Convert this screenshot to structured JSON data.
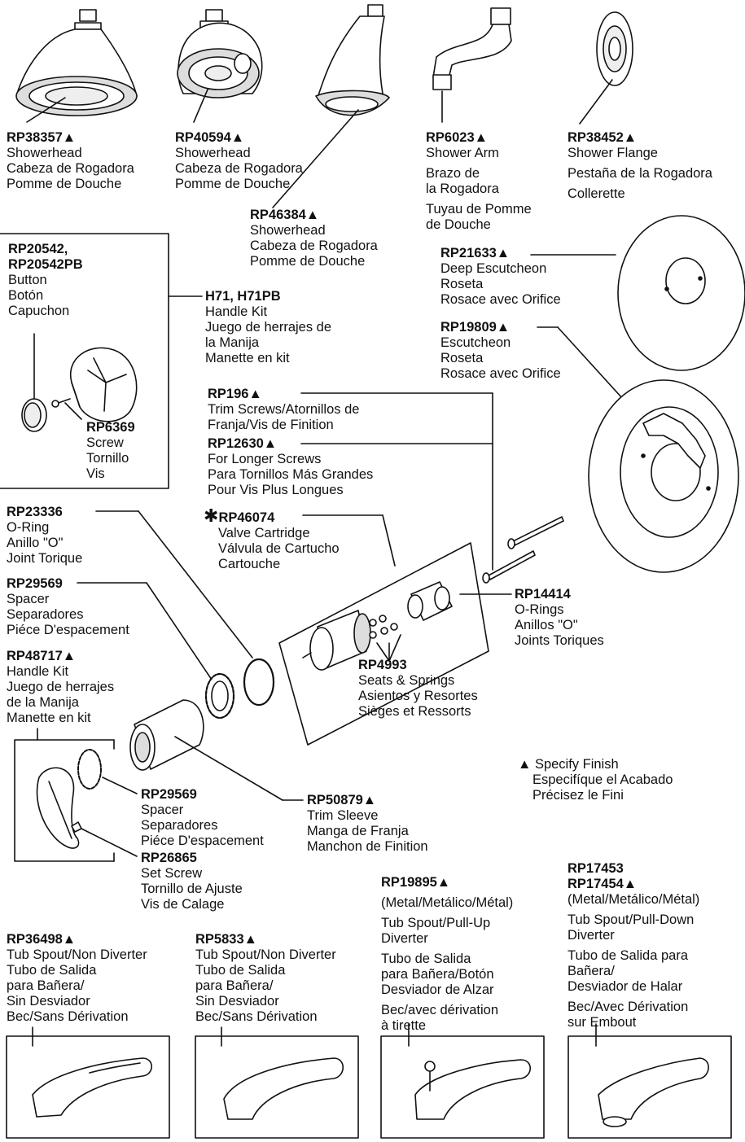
{
  "parts": {
    "rp38357": {
      "pn": "RP38357▲",
      "lines": [
        "Showerhead",
        "Cabeza de Rogadora",
        "Pomme de Douche"
      ]
    },
    "rp40594": {
      "pn": "RP40594▲",
      "lines": [
        "Showerhead",
        "Cabeza de Rogadora",
        "Pomme de Douche"
      ]
    },
    "rp46384": {
      "pn": "RP46384▲",
      "lines": [
        "Showerhead",
        "Cabeza de Rogadora",
        "Pomme de Douche"
      ]
    },
    "rp6023": {
      "pn": "RP6023▲",
      "lines": [
        "Shower Arm",
        "Brazo de",
        "la Rogadora",
        "Tuyau de Pomme",
        "de Douche"
      ]
    },
    "rp38452": {
      "pn": "RP38452▲",
      "lines": [
        "Shower Flange",
        "Pestaña de la Rogadora",
        "Collerette"
      ]
    },
    "rp20542": {
      "pn1": "RP20542,",
      "pn2": "RP20542PB",
      "lines": [
        "Button",
        "Botón",
        "Capuchon"
      ]
    },
    "h71": {
      "pn": "H71, H71PB",
      "lines": [
        "Handle Kit",
        "Juego de herrajes de",
        "la Manija",
        "Manette en kit"
      ]
    },
    "rp6369": {
      "pn": "RP6369",
      "lines": [
        "Screw",
        "Tornillo",
        "Vis"
      ]
    },
    "rp21633": {
      "pn": "RP21633▲",
      "lines": [
        "Deep Escutcheon",
        "Roseta",
        "Rosace avec Orifice"
      ]
    },
    "rp19809": {
      "pn": "RP19809▲",
      "lines": [
        "Escutcheon",
        "Roseta",
        "Rosace avec Orifice"
      ]
    },
    "rp196": {
      "pn": "RP196▲",
      "lines": [
        "Trim Screws/Atornillos de",
        "Franja/Vis de Finition"
      ]
    },
    "rp12630": {
      "pn": "RP12630▲",
      "lines": [
        "For Longer Screws",
        "Para Tornillos Más Grandes",
        "Pour Vis Plus Longues"
      ]
    },
    "rp23336": {
      "pn": "RP23336",
      "lines": [
        "O-Ring",
        "Anillo \"O\"",
        "Joint Torique"
      ]
    },
    "rp46074": {
      "star": "✱",
      "pn": "RP46074",
      "lines": [
        "Valve Cartridge",
        "Válvula de Cartucho",
        "Cartouche"
      ]
    },
    "rp29569a": {
      "pn": "RP29569",
      "lines": [
        "Spacer",
        "Separadores",
        "Piéce D'espacement"
      ]
    },
    "rp14414": {
      "pn": "RP14414",
      "lines": [
        "O-Rings",
        "Anillos \"O\"",
        "Joints Toriques"
      ]
    },
    "rp48717": {
      "pn": "RP48717▲",
      "lines": [
        "Handle Kit",
        "Juego de herrajes",
        "de la Manija",
        "Manette en kit"
      ]
    },
    "rp4993": {
      "pn": "RP4993",
      "lines": [
        "Seats & Springs",
        "Asientos y Resortes",
        "Sièges et Ressorts"
      ]
    },
    "rp29569b": {
      "pn": "RP29569",
      "lines": [
        "Spacer",
        "Separadores",
        "Piéce D'espacement"
      ]
    },
    "rp50879": {
      "pn": "RP50879▲",
      "lines": [
        "Trim Sleeve",
        "Manga de Franja",
        "Manchon de Finition"
      ]
    },
    "rp26865": {
      "pn": "RP26865",
      "lines": [
        "Set Screw",
        "Tornillo de Ajuste",
        "Vis de Calage"
      ]
    },
    "rp19895": {
      "pn": "RP19895▲",
      "lines": [
        "(Metal/Metálico/Métal)",
        "Tub Spout/Pull-Up",
        "Diverter",
        "Tubo de Salida",
        "para Bañera/Botón",
        "Desviador de Alzar",
        "Bec/avec dérivation",
        "à tirette"
      ]
    },
    "rp17453": {
      "pn1": "RP17453",
      "pn2": "RP17454▲",
      "lines": [
        "(Metal/Metálico/Métal)",
        "Tub Spout/Pull-Down",
        "Diverter",
        "Tubo de Salida para",
        "Bañera/",
        "Desviador de Halar",
        "Bec/Avec Dérivation",
        "sur Embout"
      ]
    },
    "rp36498": {
      "pn": "RP36498▲",
      "lines": [
        "Tub Spout/Non Diverter",
        "Tubo de Salida",
        "para Bañera/",
        "Sin Desviador",
        "Bec/Sans Dérivation"
      ]
    },
    "rp5833": {
      "pn": "RP5833▲",
      "lines": [
        "Tub Spout/Non Diverter",
        "Tubo de Salida",
        "para Bañera/",
        "Sin Desviador",
        "Bec/Sans Dérivation"
      ]
    }
  },
  "finish_note": {
    "symbol": "▲",
    "lines": [
      "Specify Finish",
      "Especifíque el Acabado",
      "Précisez le Fini"
    ]
  },
  "colors": {
    "ink": "#111111",
    "paper": "#ffffff",
    "shade": "#d9d9d9"
  }
}
